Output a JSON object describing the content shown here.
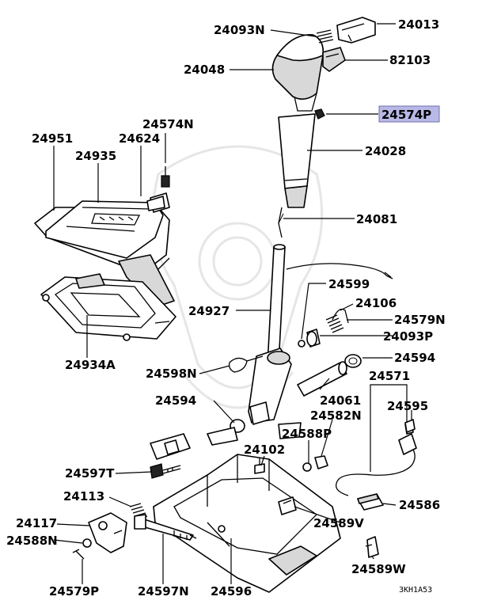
{
  "labels": {
    "p24093N": "24093N",
    "p24013": "24013",
    "p24048": "24048",
    "p82103": "82103",
    "p24574P": "24574P",
    "p24028": "24028",
    "p24951": "24951",
    "p24624": "24624",
    "p24574N": "24574N",
    "p24935": "24935",
    "p24081": "24081",
    "p24599": "24599",
    "p24106": "24106",
    "p24927": "24927",
    "p24579N": "24579N",
    "p24093P": "24093P",
    "p24934A": "24934A",
    "p24594a": "24594",
    "p24598N": "24598N",
    "p24571": "24571",
    "p24594b": "24594",
    "p24061": "24061",
    "p24595": "24595",
    "p24582N": "24582N",
    "p24588P": "24588P",
    "p24102": "24102",
    "p24597T": "24597T",
    "p24113": "24113",
    "p24586": "24586",
    "p24117": "24117",
    "p24589V": "24589V",
    "p24588N": "24588N",
    "p24579P": "24579P",
    "p24597N": "24597N",
    "p24596": "24596",
    "p24589W": "24589W"
  },
  "highlight": {
    "part": "24574P",
    "color": "#b9b9e8"
  },
  "drawing_code": "3KH1A53"
}
